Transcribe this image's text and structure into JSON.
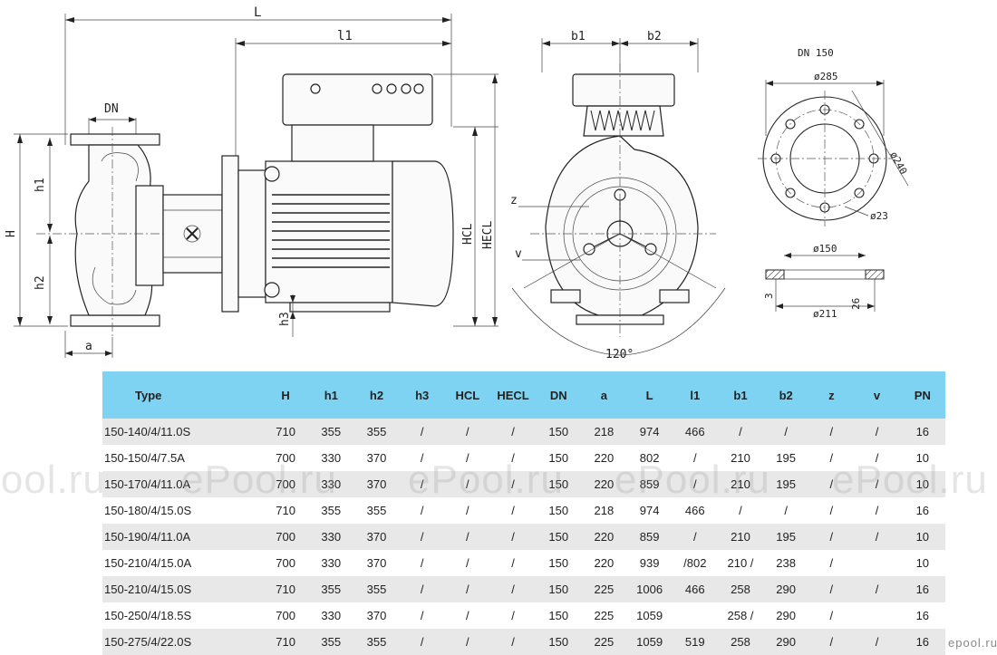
{
  "drawing": {
    "side_view": {
      "L": "L",
      "l1": "l1",
      "DN": "DN",
      "H": "H",
      "h1": "h1",
      "h2": "h2",
      "h3": "h3",
      "HCL": "HCL",
      "HECL": "HECL",
      "a": "a"
    },
    "front_view": {
      "b1": "b1",
      "b2": "b2",
      "z": "z",
      "v": "v",
      "angle": "120°"
    },
    "flange": {
      "title": "DN 150",
      "outer_dia": "ø285",
      "bolt_circle": "ø240",
      "bolt_hole": "ø23",
      "bore": "ø150",
      "face": "ø211",
      "thickness": "26",
      "step": "3"
    }
  },
  "table": {
    "headers": [
      "Type",
      "H",
      "h1",
      "h2",
      "h3",
      "HCL",
      "HECL",
      "DN",
      "a",
      "L",
      "l1",
      "b1",
      "b2",
      "z",
      "v",
      "PN"
    ],
    "rows": [
      [
        "150-140/4/11.0S",
        "710",
        "355",
        "355",
        "/",
        "/",
        "/",
        "150",
        "218",
        "974",
        "466",
        "/",
        "/",
        "/",
        "/",
        "16"
      ],
      [
        "150-150/4/7.5A",
        "700",
        "330",
        "370",
        "/",
        "/",
        "/",
        "150",
        "220",
        "802",
        "/",
        "210",
        "195",
        "/",
        "/",
        "10"
      ],
      [
        "150-170/4/11.0A",
        "700",
        "330",
        "370",
        "/",
        "/",
        "/",
        "150",
        "220",
        "859",
        "/",
        "210",
        "195",
        "/",
        "/",
        "10"
      ],
      [
        "150-180/4/15.0S",
        "710",
        "355",
        "355",
        "/",
        "/",
        "/",
        "150",
        "218",
        "974",
        "466",
        "/",
        "/",
        "/",
        "/",
        "16"
      ],
      [
        "150-190/4/11.0A",
        "700",
        "330",
        "370",
        "/",
        "/",
        "/",
        "150",
        "220",
        "859",
        "/",
        "210",
        "195",
        "/",
        "/",
        "10"
      ],
      [
        "150-210/4/15.0A",
        "700",
        "330",
        "370",
        "/",
        "/",
        "/",
        "150",
        "220",
        "939",
        "/802",
        "210 /",
        "238",
        "/",
        "",
        "10"
      ],
      [
        "150-210/4/15.0S",
        "710",
        "355",
        "355",
        "/",
        "/",
        "/",
        "150",
        "225",
        "1006",
        "466",
        "258",
        "290",
        "/",
        "/",
        "16"
      ],
      [
        "150-250/4/18.5S",
        "700",
        "330",
        "370",
        "/",
        "/",
        "/",
        "150",
        "225",
        "1059",
        "",
        "258 /",
        "290",
        "/",
        "",
        "16"
      ],
      [
        "150-275/4/22.0S",
        "710",
        "355",
        "355",
        "/",
        "/",
        "/",
        "150",
        "225",
        "1059",
        "519",
        "258",
        "290",
        "/",
        "/",
        "16"
      ]
    ]
  },
  "watermark": "ePool.ru",
  "logo": "epool.ru"
}
